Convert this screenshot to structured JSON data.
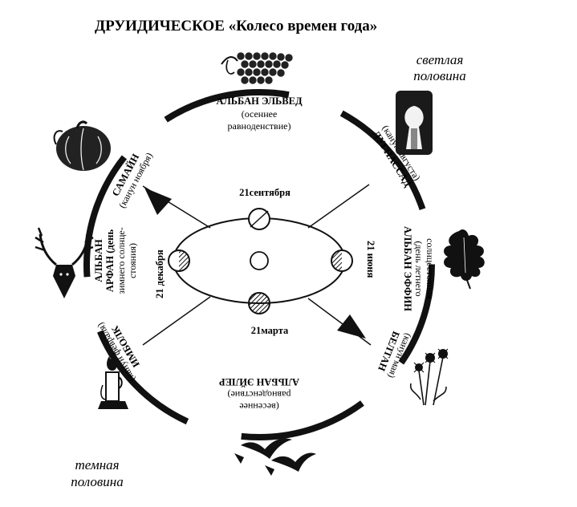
{
  "title": "ДРУИДИЧЕСКОЕ «Колесо времен года»",
  "halves": {
    "light": [
      "светлая",
      "половина"
    ],
    "dark": [
      "темная",
      "половина"
    ]
  },
  "festivals": {
    "alban_elved": {
      "name": "АЛЬБАН ЭЛЬВЕД",
      "sub": [
        "(осеннее",
        "равноденствие)"
      ]
    },
    "lughnasad": {
      "name": "ЛУГНАССАД",
      "sub": [
        "(канун августа)"
      ]
    },
    "alban_heruin": {
      "name": "АЛЬБАН ЭФФИН",
      "sub": [
        "(день летнего",
        "солнцестояния"
      ]
    },
    "beltane": {
      "name": "БЕЛТАН",
      "sub": [
        "(канун мая)"
      ]
    },
    "alban_eiler": {
      "name": "АЛЬБАН ЭЙЛЕР",
      "sub": [
        "(весеннее",
        "равноденствие)"
      ]
    },
    "imbolc": {
      "name": "ИМБОЛК",
      "sub": [
        "(канун февраля)"
      ]
    },
    "alban_arthan": {
      "name": [
        "АЛЬБАН",
        "АРФАН (день"
      ],
      "sub": [
        "зимнего солнце-",
        "стояния)"
      ]
    },
    "samhain": {
      "name": "САМАЙН",
      "sub": [
        "(канун ноября)"
      ]
    }
  },
  "orbit_dates": {
    "sep": "21сентября",
    "mar": "21марта",
    "jun": "21 июня",
    "dec": "21 декабря"
  },
  "icons": [
    "grapes-icon",
    "wheat-sheaf-icon",
    "oak-leaf-icon",
    "flowers-icon",
    "swallows-icon",
    "candle-icon",
    "stag-icon",
    "pumpkin-icon",
    "sun-icon",
    "earth-icon"
  ]
}
